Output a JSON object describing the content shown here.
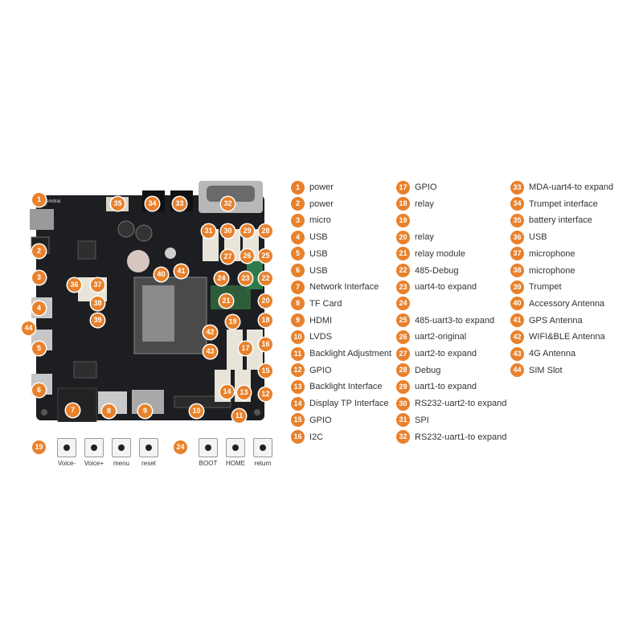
{
  "board": {
    "silkscreen": "Pemdrai",
    "callouts": [
      "1",
      "2",
      "3",
      "4",
      "5",
      "6",
      "7",
      "8",
      "9",
      "10",
      "11",
      "12",
      "13",
      "14",
      "15",
      "16",
      "17",
      "18",
      "19",
      "20",
      "21",
      "22",
      "23",
      "24",
      "25",
      "26",
      "27",
      "28",
      "29",
      "30",
      "31",
      "32",
      "33",
      "34",
      "35",
      "36",
      "37",
      "38",
      "39",
      "40",
      "41",
      "42",
      "43",
      "44"
    ]
  },
  "legend": [
    {
      "num": "1",
      "label": "power"
    },
    {
      "num": "2",
      "label": "power"
    },
    {
      "num": "3",
      "label": "micro"
    },
    {
      "num": "4",
      "label": "USB"
    },
    {
      "num": "5",
      "label": "USB"
    },
    {
      "num": "6",
      "label": "USB"
    },
    {
      "num": "7",
      "label": "Network Interface"
    },
    {
      "num": "8",
      "label": "TF Card"
    },
    {
      "num": "9",
      "label": "HDMI"
    },
    {
      "num": "10",
      "label": "LVDS"
    },
    {
      "num": "11",
      "label": "Backlight Adjustment"
    },
    {
      "num": "12",
      "label": "GPIO"
    },
    {
      "num": "13",
      "label": "Backlight Interface"
    },
    {
      "num": "14",
      "label": "Display TP Interface"
    },
    {
      "num": "15",
      "label": "GPIO"
    },
    {
      "num": "16",
      "label": "I2C"
    },
    {
      "num": "17",
      "label": "GPIO"
    },
    {
      "num": "18",
      "label": "relay"
    },
    {
      "num": "19",
      "label": ""
    },
    {
      "num": "20",
      "label": "relay"
    },
    {
      "num": "21",
      "label": "relay module"
    },
    {
      "num": "22",
      "label": "485-Debug"
    },
    {
      "num": "23",
      "label": "uart4-to expand"
    },
    {
      "num": "24",
      "label": ""
    },
    {
      "num": "25",
      "label": "485-uart3-to expand"
    },
    {
      "num": "26",
      "label": "uart2-original"
    },
    {
      "num": "27",
      "label": "uart2-to expand"
    },
    {
      "num": "28",
      "label": "Debug"
    },
    {
      "num": "29",
      "label": "uart1-to expand"
    },
    {
      "num": "30",
      "label": "RS232-uart2-to expand"
    },
    {
      "num": "31",
      "label": "SPI"
    },
    {
      "num": "32",
      "label": "RS232-uart1-to expand"
    },
    {
      "num": "33",
      "label": "MDA-uart4-to expand"
    },
    {
      "num": "34",
      "label": "Trumpet interface"
    },
    {
      "num": "35",
      "label": "battery interface"
    },
    {
      "num": "36",
      "label": "USB"
    },
    {
      "num": "37",
      "label": "microphone"
    },
    {
      "num": "38",
      "label": "microphone"
    },
    {
      "num": "39",
      "label": "Trumpet"
    },
    {
      "num": "40",
      "label": "Accessory Antenna"
    },
    {
      "num": "41",
      "label": "GPS Antenna"
    },
    {
      "num": "42",
      "label": "WIFI&BLE Antenna"
    },
    {
      "num": "43",
      "label": "4G Antenna"
    },
    {
      "num": "44",
      "label": "SIM Slot"
    }
  ],
  "buttons": {
    "group1": {
      "num": "19",
      "labels": [
        "Voice-",
        "Voice+",
        "menu",
        "reset"
      ]
    },
    "group2": {
      "num": "24",
      "labels": [
        "BOOT",
        "HOME",
        "return"
      ]
    }
  },
  "colors": {
    "badge": "#e8812c",
    "pcb": "#1c1e22",
    "connector": "#e9e4d8"
  }
}
